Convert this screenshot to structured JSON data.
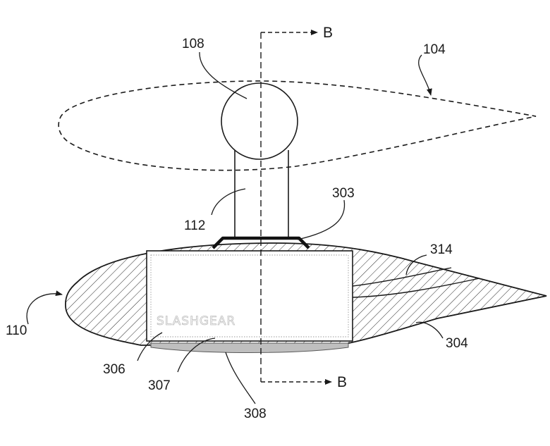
{
  "diagram": {
    "section_labels": {
      "top": "B",
      "bottom": "B"
    },
    "reference_numerals": {
      "n104": "104",
      "n108": "108",
      "n112": "112",
      "n303": "303",
      "n314": "314",
      "n110": "110",
      "n304": "304",
      "n306": "306",
      "n307": "307",
      "n308": "308"
    },
    "watermark": "SLASHGEAR"
  }
}
